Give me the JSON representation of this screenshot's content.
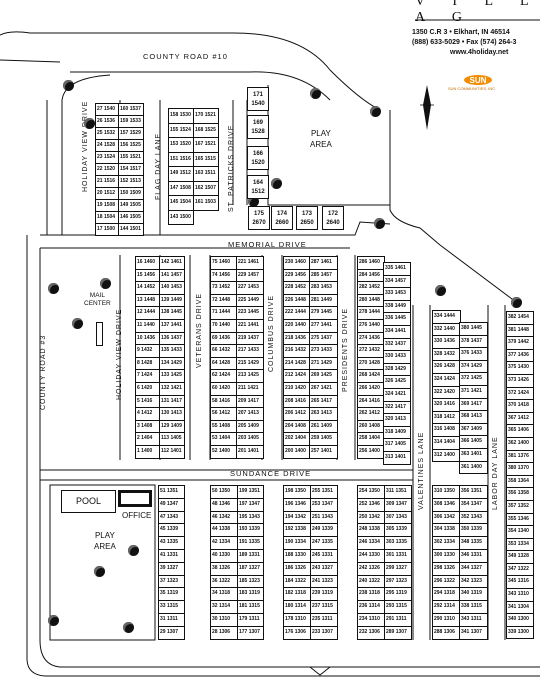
{
  "header": {
    "brand_partial": "V I L L A G",
    "address": "1350 C.R 3 • Elkhart, IN 46514",
    "phone": "(888) 633-5029 • Fax (574) 264-3",
    "web": "www.4holiday.net",
    "logo_text": "SUN",
    "logo_tag": "SUN COMMUNITIES, INC"
  },
  "roads": {
    "county10": "COUNTY ROAD #10",
    "county3": "COUNTY ROAD #3",
    "memorial": "MEMORIAL DRIVE",
    "sundance": "SUNDANCE DRIVE",
    "holiday_view_top": "HOLIDAY VIEW DRIVE",
    "holiday_view_mid": "HOLIDAY VIEW DRIVE",
    "flag_day": "FLAG DAY LANE",
    "st_patricks": "ST. PATRICKS DRIVE",
    "veterans": "VETERANS DRIVE",
    "columbus": "COLUMBUS DRIVE",
    "presidents": "PRESIDENTS DRIVE",
    "valentines": "VALENTINES LANE",
    "labor_day": "LABOR DAY LANE"
  },
  "amenities": {
    "play_top": "PLAY\nAREA",
    "play_bottom": "PLAY\nAREA",
    "pool": "POOL",
    "office": "OFFICE",
    "mail": "MAIL\nCENTER"
  },
  "top_lots": [
    {
      "label": "171\n1540"
    },
    {
      "label": "169\n1528"
    },
    {
      "label": "166\n1520"
    },
    {
      "label": "164\n1512"
    },
    {
      "label": "175\n2670"
    },
    {
      "label": "174\n2660"
    },
    {
      "label": "173\n2650"
    },
    {
      "label": "172\n2640"
    }
  ],
  "blocks": [
    {
      "id": "hv-left",
      "rows": [
        "27 1540",
        "26 1536",
        "25 1532",
        "24 1528",
        "23 1524",
        "22 1520",
        "21 1516",
        "20 1512",
        "19 1508",
        "18 1504",
        "17 1500"
      ]
    },
    {
      "id": "hv-right",
      "rows": [
        "160 1537",
        "159 1533",
        "157 1529",
        "156 1525",
        "155 1521",
        "154 1517",
        "152 1513",
        "150 1509",
        "149 1505",
        "146 1505",
        "144 1501"
      ]
    },
    {
      "id": "fd-left",
      "rows": [
        "158 1530",
        "155 1524",
        "153 1520",
        "151 1516",
        "149 1512",
        "147 1508",
        "145 1504",
        "143 1500"
      ]
    },
    {
      "id": "fd-right",
      "rows": [
        "170 1521",
        "168 1525",
        "167 1521",
        "165 1515",
        "163 1511",
        "162 1507",
        "161 1503"
      ]
    },
    {
      "id": "hv2-left",
      "rows": [
        "16 1460",
        "15 1456",
        "14 1452",
        "13 1448",
        "12 1444",
        "11 1440",
        "10 1436",
        "9 1432",
        "8 1428",
        "7 1424",
        "6 1420",
        "5 1416",
        "4 1412",
        "3 1408",
        "2 1404",
        "1 1400"
      ]
    },
    {
      "id": "hv2-right",
      "rows": [
        "142 1461",
        "141 1457",
        "140 1453",
        "139 1449",
        "138 1445",
        "137 1441",
        "136 1437",
        "135 1433",
        "134 1429",
        "133 1425",
        "132 1421",
        "131 1417",
        "130 1413",
        "129 1409",
        "113 1405",
        "112 1401"
      ]
    },
    {
      "id": "vet-left",
      "rows": [
        "75 1460",
        "74 1456",
        "73 1452",
        "72 1448",
        "71 1444",
        "70 1440",
        "69 1436",
        "66 1432",
        "64 1428",
        "62 1424",
        "60 1420",
        "58 1416",
        "56 1412",
        "55 1408",
        "53 1404",
        "52 1400"
      ]
    },
    {
      "id": "vet-right",
      "rows": [
        "221 1461",
        "229 1457",
        "227 1453",
        "225 1449",
        "223 1445",
        "221 1441",
        "219 1437",
        "217 1433",
        "215 1429",
        "213 1425",
        "211 1421",
        "209 1417",
        "207 1413",
        "205 1409",
        "203 1405",
        "201 1401"
      ]
    },
    {
      "id": "col-left",
      "rows": [
        "230 1460",
        "229 1456",
        "228 1452",
        "226 1448",
        "222 1444",
        "220 1440",
        "218 1436",
        "216 1432",
        "214 1428",
        "212 1424",
        "210 1420",
        "208 1416",
        "206 1412",
        "204 1408",
        "202 1404",
        "200 1400"
      ]
    },
    {
      "id": "col-right",
      "rows": [
        "287 1461",
        "285 1457",
        "283 1453",
        "281 1449",
        "279 1445",
        "277 1441",
        "275 1437",
        "273 1433",
        "271 1429",
        "269 1425",
        "267 1421",
        "265 1417",
        "263 1413",
        "261 1409",
        "259 1405",
        "257 1401"
      ]
    },
    {
      "id": "pres-left",
      "rows": [
        "286 1460",
        "284 1456",
        "282 1452",
        "280 1448",
        "278 1444",
        "276 1440",
        "274 1436",
        "272 1432",
        "270 1428",
        "268 1424",
        "266 1420",
        "264 1416",
        "262 1412",
        "260 1408",
        "258 1404",
        "256 1400"
      ]
    },
    {
      "id": "pres-right",
      "rows": [
        "335 1461",
        "334 1457",
        "333 1453",
        "338 1449",
        "336 1445",
        "334 1441",
        "332 1437",
        "330 1433",
        "328 1429",
        "326 1425",
        "324 1421",
        "322 1417",
        "320 1413",
        "318 1409",
        "317 1405",
        "313 1401"
      ]
    },
    {
      "id": "val-left",
      "rows": [
        "334 1444",
        "332 1440",
        "330 1436",
        "328 1432",
        "326 1428",
        "324 1424",
        "322 1420",
        "320 1416",
        "318 1412",
        "316 1408",
        "314 1404",
        "312 1400"
      ]
    },
    {
      "id": "val-right",
      "rows": [
        "380 1445",
        "378 1437",
        "376 1433",
        "374 1429",
        "372 1425",
        "371 1421",
        "369 1417",
        "368 1413",
        "367 1409",
        "366 1405",
        "363 1401",
        "361 1400"
      ]
    },
    {
      "id": "labor",
      "rows": [
        "382 1454",
        "381 1448",
        "379 1442",
        "377 1436",
        "375 1430",
        "373 1426",
        "372 1424",
        "370 1418",
        "367 1412",
        "365 1406",
        "362 1400",
        "381 1376",
        "380 1370",
        "358 1364",
        "356 1358",
        "357 1352",
        "355 1346",
        "354 1340",
        "353 1334",
        "349 1328",
        "347 1322",
        "345 1316",
        "343 1310",
        "341 1304",
        "340 1300",
        "339 1300"
      ]
    },
    {
      "id": "sd1-left",
      "rows": [
        "51 1351",
        "49 1347",
        "47 1343",
        "45 1339",
        "43 1335",
        "41 1331",
        "39 1327",
        "37 1323",
        "35 1319",
        "33 1315",
        "31 1311",
        "29 1307"
      ]
    },
    {
      "id": "sd2-left",
      "rows": [
        "50 1350",
        "48 1346",
        "46 1342",
        "44 1338",
        "42 1334",
        "40 1330",
        "38 1326",
        "36 1322",
        "34 1318",
        "32 1314",
        "30 1310",
        "28 1306"
      ]
    },
    {
      "id": "sd2-right",
      "rows": [
        "199 1351",
        "197 1347",
        "195 1343",
        "193 1339",
        "191 1335",
        "189 1331",
        "187 1327",
        "185 1323",
        "183 1319",
        "181 1315",
        "179 1311",
        "177 1307"
      ]
    },
    {
      "id": "sd3-left",
      "rows": [
        "198 1350",
        "196 1346",
        "194 1342",
        "192 1338",
        "190 1334",
        "188 1330",
        "186 1326",
        "184 1322",
        "182 1318",
        "180 1314",
        "178 1310",
        "176 1306"
      ]
    },
    {
      "id": "sd3-right",
      "rows": [
        "255 1351",
        "253 1347",
        "251 1343",
        "249 1339",
        "247 1335",
        "245 1331",
        "243 1327",
        "241 1323",
        "239 1319",
        "237 1315",
        "235 1311",
        "233 1307"
      ]
    },
    {
      "id": "sd4-left",
      "rows": [
        "254 1350",
        "252 1346",
        "250 1342",
        "248 1338",
        "246 1334",
        "244 1330",
        "242 1326",
        "240 1322",
        "238 1318",
        "236 1314",
        "234 1310",
        "232 1306"
      ]
    },
    {
      "id": "sd4-right",
      "rows": [
        "311 1351",
        "309 1347",
        "307 1343",
        "305 1339",
        "303 1335",
        "301 1331",
        "299 1327",
        "297 1323",
        "295 1319",
        "293 1315",
        "291 1311",
        "289 1307"
      ]
    },
    {
      "id": "sd5-left",
      "rows": [
        "310 1350",
        "308 1346",
        "306 1342",
        "304 1338",
        "302 1334",
        "300 1330",
        "298 1326",
        "296 1322",
        "294 1318",
        "292 1314",
        "290 1310",
        "288 1306"
      ]
    },
    {
      "id": "sd5-right",
      "rows": [
        "356 1351",
        "354 1347",
        "352 1343",
        "350 1339",
        "348 1335",
        "346 1331",
        "344 1327",
        "342 1323",
        "340 1319",
        "338 1315",
        "343 1311",
        "341 1307"
      ]
    }
  ]
}
